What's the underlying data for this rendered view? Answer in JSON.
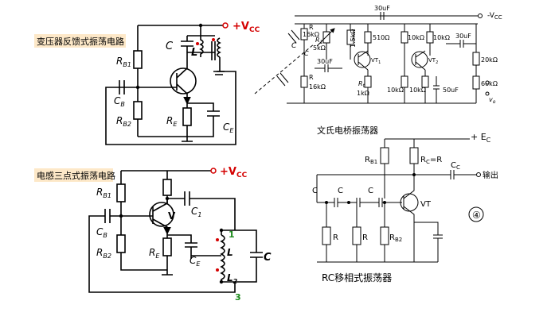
{
  "circuits": {
    "transformer": {
      "title": "变压器反馈式振荡电路",
      "supply": "+V",
      "supply_sub": "CC",
      "labels": {
        "rb1": "R",
        "rb1_sub": "B1",
        "rb2": "R",
        "rb2_sub": "B2",
        "cb": "C",
        "cb_sub": "B",
        "re": "R",
        "re_sub": "E",
        "ce": "C",
        "ce_sub": "E",
        "c": "C",
        "l": "L"
      }
    },
    "wien": {
      "title": "文氏电桥振荡器",
      "supply": "V",
      "supply_sub": "CC",
      "labels": {
        "top_cap": "30uF",
        "r16k_a": "R",
        "r16k_a_val": "16kΩ",
        "r1": "R",
        "r1_sub": "1",
        "r1_val": "5kΩ",
        "r_15k": "1.5kΩ",
        "r_510": "510Ω",
        "r_10k_a": "10kΩ",
        "r_10k_b": "10kΩ",
        "c_30u_out": "30uF",
        "r_20k": "20kΩ",
        "r_60k": "60kΩ",
        "cap_c": "C",
        "c_30u_mid": "30uF",
        "r16k_b": "R",
        "r16k_b_val": "16kΩ",
        "rt": "R",
        "rt_sub": "t",
        "rt_val": "1kΩ",
        "r_10k_c": "10kΩ",
        "r_10k_d": "10kΩ",
        "c_50u": "50uF",
        "vt1": "VT",
        "vt1_sub": "1",
        "vt2": "VT",
        "vt2_sub": "2",
        "c_var": "C",
        "vo": "v",
        "vo_sub": "o"
      }
    },
    "inductive": {
      "title": "电感三点式振荡电路",
      "supply": "+V",
      "supply_sub": "CC",
      "labels": {
        "rb1": "R",
        "rb1_sub": "B1",
        "rb2": "R",
        "rb2_sub": "B2",
        "cb": "C",
        "cb_sub": "B",
        "c1": "C",
        "c1_sub": "1",
        "v": "V",
        "re": "R",
        "re_sub": "E",
        "ce": "C",
        "ce_sub": "E",
        "l": "L",
        "l2": "L",
        "l2_sub": "2",
        "c": "C",
        "node1": "1",
        "node3": "3"
      }
    },
    "rc_phase": {
      "title": "RC移相式振荡器",
      "supply": "+ E",
      "supply_sub": "C",
      "output": "输出",
      "number": "④",
      "labels": {
        "rb1": "R",
        "rb1_sub": "B1",
        "rc": "R",
        "rc_sub": "C",
        "rc_eq": "=R",
        "cc": "C",
        "cc_sub": "C",
        "c1": "C",
        "c2": "C",
        "c3": "C",
        "r1": "R",
        "r2": "R",
        "rb2": "R",
        "rb2_sub": "B2",
        "vt": "VT"
      }
    }
  }
}
